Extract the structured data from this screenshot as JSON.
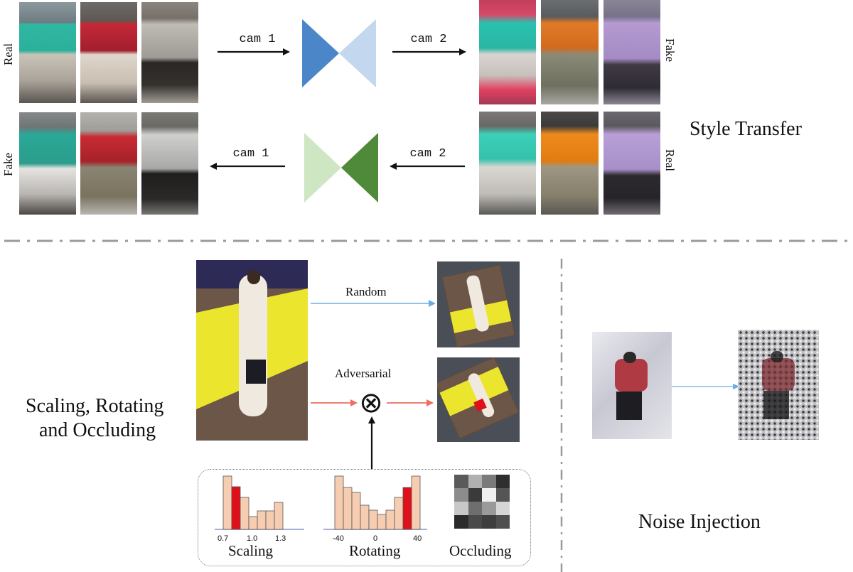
{
  "style_transfer": {
    "title": "Style Transfer",
    "real_label": "Real",
    "fake_label": "Fake",
    "cam1": "cam 1",
    "cam2": "cam 2",
    "top_left_row": "Real",
    "bottom_left_row": "Fake",
    "top_right_row": "Fake",
    "bottom_right_row": "Real"
  },
  "augmentation": {
    "title_line1": "Scaling, Rotating",
    "title_line2": "and Occluding",
    "random_label": "Random",
    "adversarial_label": "Adversarial",
    "otimes_symbol": "⊗",
    "scaling": {
      "label": "Scaling",
      "ticks": [
        "0.7",
        "1.0",
        "1.3"
      ]
    },
    "rotating": {
      "label": "Rotating",
      "ticks": [
        "-40",
        "0",
        "40"
      ]
    },
    "occluding": {
      "label": "Occluding"
    }
  },
  "noise": {
    "title": "Noise Injection"
  },
  "colors": {
    "blue_dark": "#4a86c8",
    "blue_light": "#c3d8ee",
    "green_light": "#cfe6c3",
    "green_dark": "#4f8a3a",
    "random_arrow": "#6aaee8",
    "adversarial_arrow": "#ec6e60",
    "hist_bar": "#f6cdb1",
    "hist_selected": "#e0101a"
  }
}
